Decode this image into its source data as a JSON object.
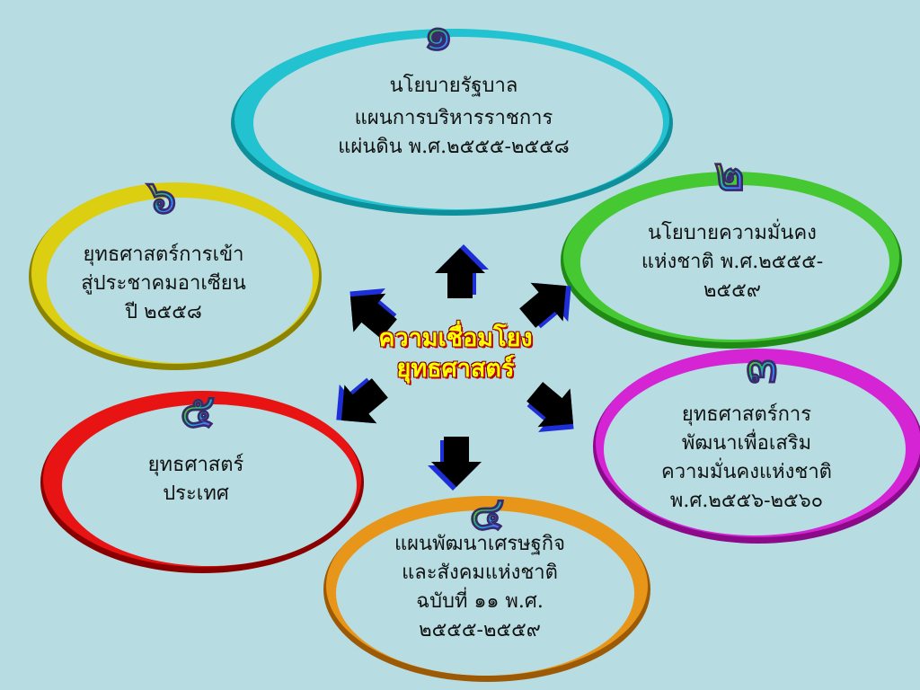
{
  "center_title": [
    "ความเชื่อมโยง",
    "ยุทธศาสตร์"
  ],
  "nodes": [
    {
      "number": "๑",
      "lines": [
        "นโยบายรัฐบาล",
        "แผนการบริหารราชการ",
        "แผ่นดิน พ.ศ.๒๕๕๕-๒๕๕๘"
      ],
      "color": "#1bb4c4"
    },
    {
      "number": "๒",
      "lines": [
        "นโยบายความมั่นคง",
        "แห่งชาติ พ.ศ.๒๕๕๕-",
        "๒๕๕๙"
      ],
      "color": "#3cbf2a"
    },
    {
      "number": "๓",
      "lines": [
        "ยุทธศาสตร์การ",
        "พัฒนาเพื่อเสริม",
        "ความมั่นคงแห่งชาติ",
        "พ.ศ.๒๕๕๖-๒๕๖๐"
      ],
      "color": "#c81ec8"
    },
    {
      "number": "๔",
      "lines": [
        "แผนพัฒนาเศรษฐกิจ",
        "และสังคมแห่งชาติ",
        "ฉบับที่ ๑๑ พ.ศ.",
        "๒๕๕๕-๒๕๕๙"
      ],
      "color": "#e08a10"
    },
    {
      "number": "๕",
      "lines": [
        "ยุทธศาสตร์",
        "ประเทศ"
      ],
      "color": "#e01414"
    },
    {
      "number": "๖",
      "lines": [
        "ยุทธศาสตร์การเข้า",
        "สู่ประชาคมอาเซียน",
        "ปี ๒๕๕๘"
      ],
      "color": "#d8cc10"
    }
  ]
}
